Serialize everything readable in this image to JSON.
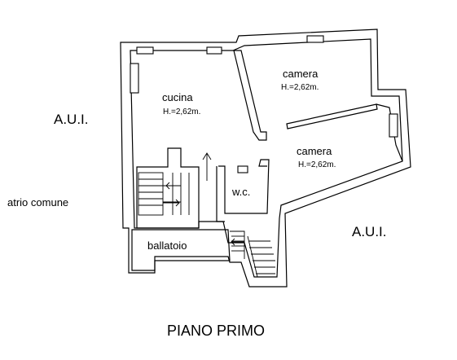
{
  "plan": {
    "title": "PIANO PRIMO",
    "labels": {
      "aui_left": "A.U.I.",
      "aui_right": "A.U.I.",
      "atrio": "atrio comune"
    },
    "rooms": {
      "cucina": {
        "name": "cucina",
        "height": "H.=2,62m."
      },
      "camera_top": {
        "name": "camera",
        "height": "H.=2,62m."
      },
      "camera_bottom": {
        "name": "camera",
        "height": "H.=2,62m."
      },
      "wc": {
        "name": "w.c."
      },
      "ballatoio": {
        "name": "ballatoio"
      }
    },
    "colors": {
      "line": "#000000",
      "background": "#ffffff"
    }
  }
}
